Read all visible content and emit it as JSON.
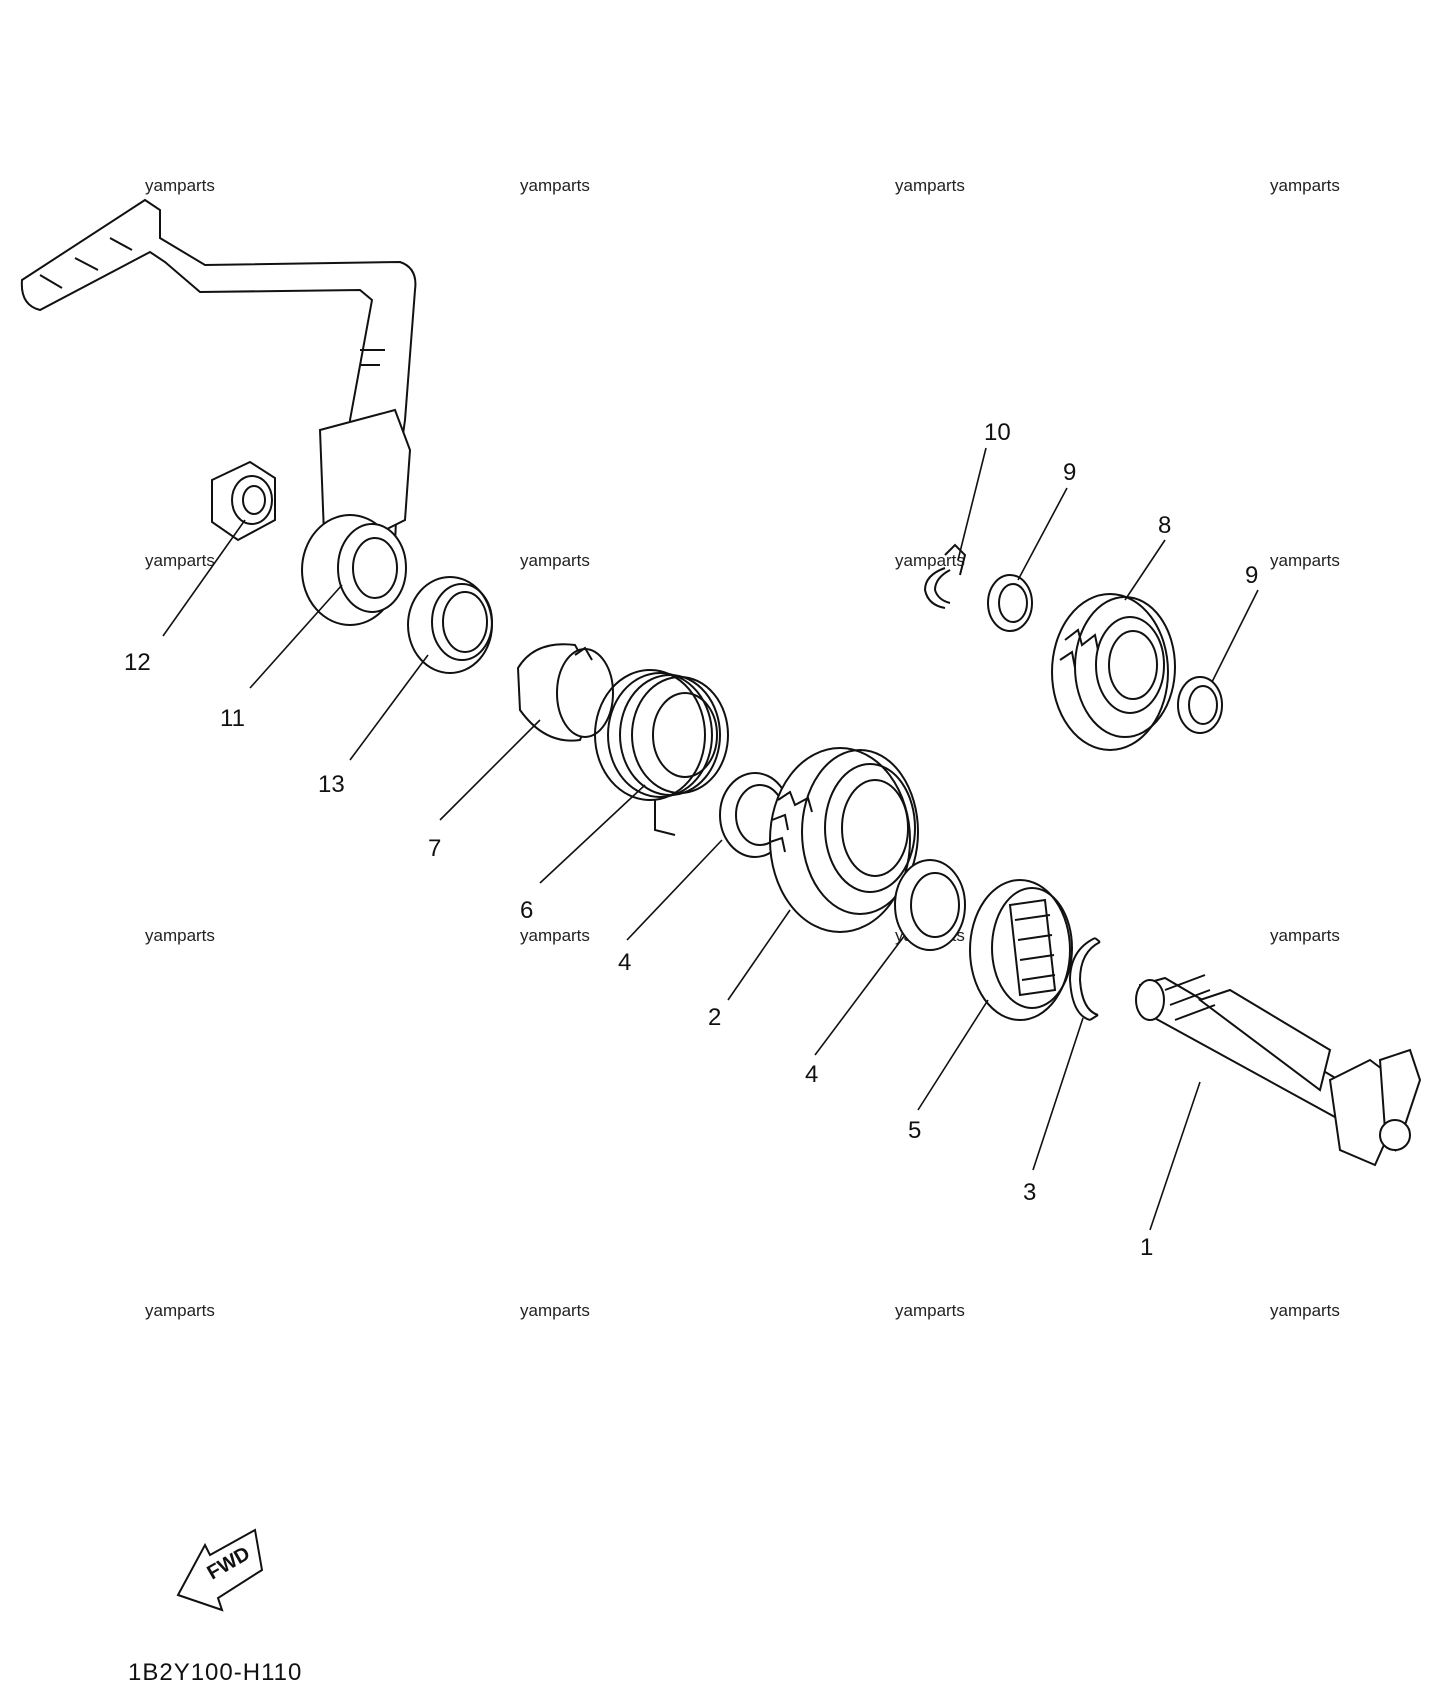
{
  "watermark": "yamparts",
  "diagram_code": "1B2Y100-H110",
  "fwd_label": "FWD",
  "callouts": [
    {
      "id": "1",
      "label": "1"
    },
    {
      "id": "2",
      "label": "2"
    },
    {
      "id": "3",
      "label": "3"
    },
    {
      "id": "4a",
      "label": "4"
    },
    {
      "id": "4b",
      "label": "4"
    },
    {
      "id": "5",
      "label": "5"
    },
    {
      "id": "6",
      "label": "6"
    },
    {
      "id": "7",
      "label": "7"
    },
    {
      "id": "8",
      "label": "8"
    },
    {
      "id": "9a",
      "label": "9"
    },
    {
      "id": "9b",
      "label": "9"
    },
    {
      "id": "10",
      "label": "10"
    },
    {
      "id": "11",
      "label": "11"
    },
    {
      "id": "12",
      "label": "12"
    },
    {
      "id": "13",
      "label": "13"
    }
  ]
}
